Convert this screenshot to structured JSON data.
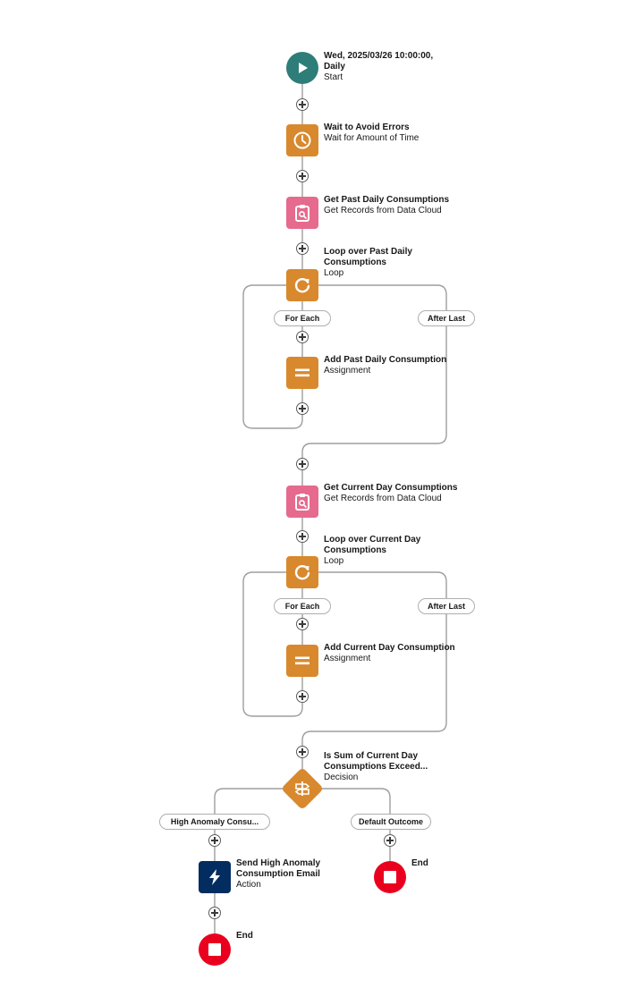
{
  "nodes": {
    "start": {
      "title": "Wed, 2025/03/26 10:00:00,",
      "title2": "Daily",
      "subtitle": "Start"
    },
    "wait": {
      "title": "Wait to Avoid Errors",
      "subtitle": "Wait for Amount of Time"
    },
    "get_past": {
      "title": "Get Past Daily Consumptions",
      "subtitle": "Get Records from Data Cloud"
    },
    "loop_past": {
      "title": "Loop over Past Daily",
      "title2": "Consumptions",
      "subtitle": "Loop"
    },
    "add_past": {
      "title": "Add Past Daily Consumption",
      "subtitle": "Assignment"
    },
    "get_current": {
      "title": "Get Current Day Consumptions",
      "subtitle": "Get Records from Data Cloud"
    },
    "loop_current": {
      "title": "Loop over Current Day",
      "title2": "Consumptions",
      "subtitle": "Loop"
    },
    "add_current": {
      "title": "Add Current Day Consumption",
      "subtitle": "Assignment"
    },
    "decision": {
      "title": "Is Sum of Current Day",
      "title2": "Consumptions Exceed...",
      "subtitle": "Decision"
    },
    "send_email": {
      "title": "Send High Anomaly",
      "title2": "Consumption Email",
      "subtitle": "Action"
    },
    "end_left": {
      "title": "End"
    },
    "end_right": {
      "title": "End"
    }
  },
  "branches": {
    "loop1_for_each": "For Each",
    "loop1_after_last": "After Last",
    "loop2_for_each": "For Each",
    "loop2_after_last": "After Last",
    "decision_high": "High Anomaly Consu...",
    "decision_default": "Default Outcome"
  },
  "icons": {
    "start": "play-icon",
    "wait": "clock-icon",
    "get_records": "clipboard-search-icon",
    "loop": "loop-icon",
    "assignment": "equals-icon",
    "decision": "decision-icon",
    "action": "lightning-icon",
    "end": "stop-icon",
    "add": "plus-icon"
  },
  "colors": {
    "start": "#2e7d78",
    "logic": "#d8892e",
    "data": "#e66a8e",
    "action": "#032d60",
    "end": "#ea001e",
    "connector": "#9a9a9a"
  }
}
